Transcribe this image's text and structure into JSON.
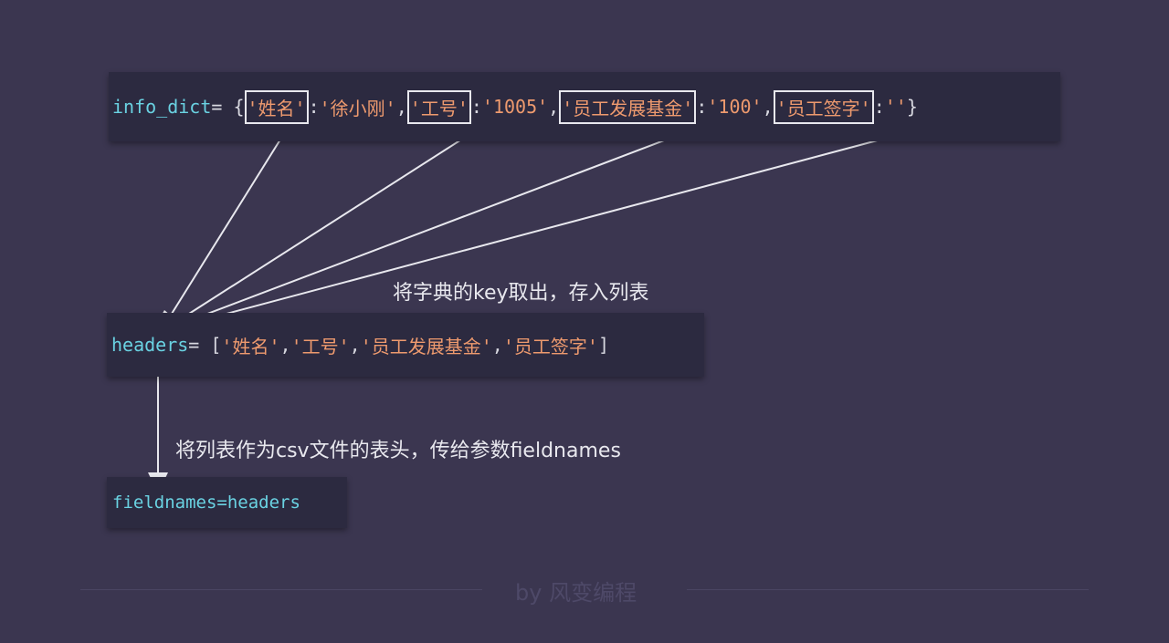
{
  "code_info": {
    "var_name": "info_dict",
    "assign": " = {",
    "k1": "'姓名'",
    "sep1": ": ",
    "v1": "'徐小刚'",
    "c1": ", ",
    "k2": "'工号'",
    "sep2": ": ",
    "v2": "'1005'",
    "c2": ", ",
    "k3": "'员工发展基金'",
    "sep3": ": ",
    "v3": "'100'",
    "c3": ", ",
    "k4": "'员工签字'",
    "sep4": ": ",
    "v4": "''",
    "close": "}"
  },
  "code_headers": {
    "var_name": "headers",
    "assign": " = [",
    "i1": "'姓名'",
    "c1": ", ",
    "i2": "'工号'",
    "c2": ", ",
    "i3": "'员工发展基金'",
    "c3": ", ",
    "i4": "'员工签字'",
    "close": "]"
  },
  "code_fieldnames": {
    "text": "fieldnames=headers"
  },
  "annotations": {
    "extract_keys": "将字典的key取出，存入列表",
    "use_as_header": "将列表作为csv文件的表头，传给参数fieldnames"
  },
  "footer": {
    "watermark": "by 风变编程"
  },
  "colors": {
    "background": "#3b3650",
    "code_bg": "#2c2a40",
    "variable": "#6ad2e2",
    "string": "#ee9a6e",
    "arrow": "#e8e8ee"
  }
}
